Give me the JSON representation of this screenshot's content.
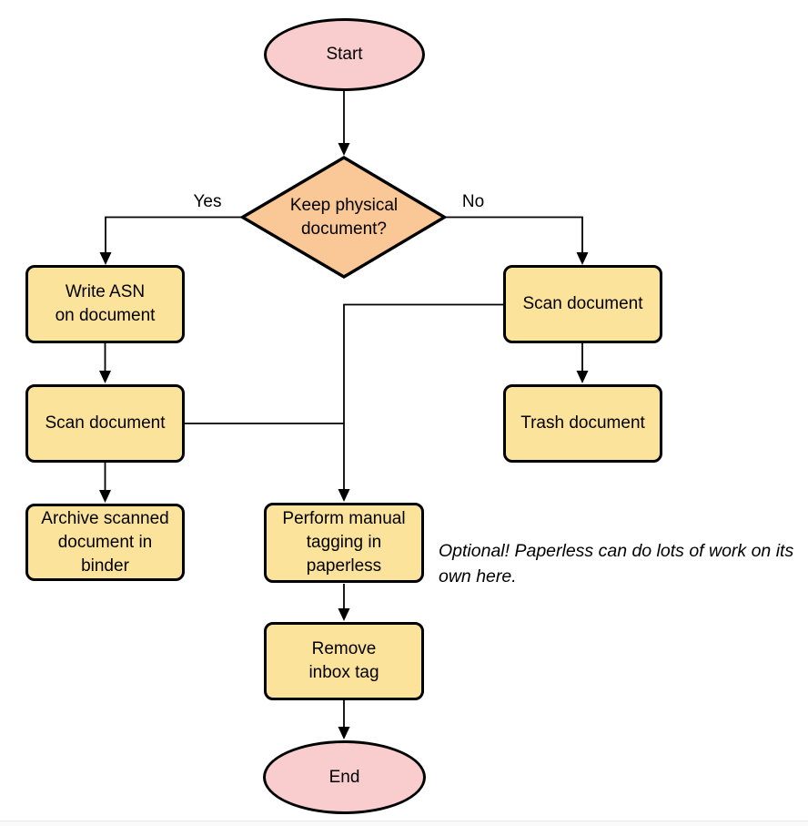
{
  "nodes": {
    "start": {
      "type": "terminator",
      "label": "Start"
    },
    "decision": {
      "type": "decision",
      "label": "Keep physical\ndocument?"
    },
    "write_asn": {
      "type": "process",
      "label": "Write ASN\non document"
    },
    "scan_left": {
      "type": "process",
      "label": "Scan document"
    },
    "archive": {
      "type": "process",
      "label": "Archive scanned\ndocument in\nbinder"
    },
    "scan_right": {
      "type": "process",
      "label": "Scan document"
    },
    "trash": {
      "type": "process",
      "label": "Trash document"
    },
    "tagging": {
      "type": "process",
      "label": "Perform manual\ntagging in\npaperless"
    },
    "remove_inbox": {
      "type": "process",
      "label": "Remove\ninbox tag"
    },
    "end": {
      "type": "terminator",
      "label": "End"
    }
  },
  "edge_labels": {
    "yes": "Yes",
    "no": "No"
  },
  "note": {
    "text": "Optional! Paperless can do lots of work on its own here."
  },
  "colors": {
    "terminator_fill": "#f9cdce",
    "decision_fill": "#fac797",
    "process_fill": "#fce39b",
    "stroke": "#000000",
    "text": "#000000"
  }
}
